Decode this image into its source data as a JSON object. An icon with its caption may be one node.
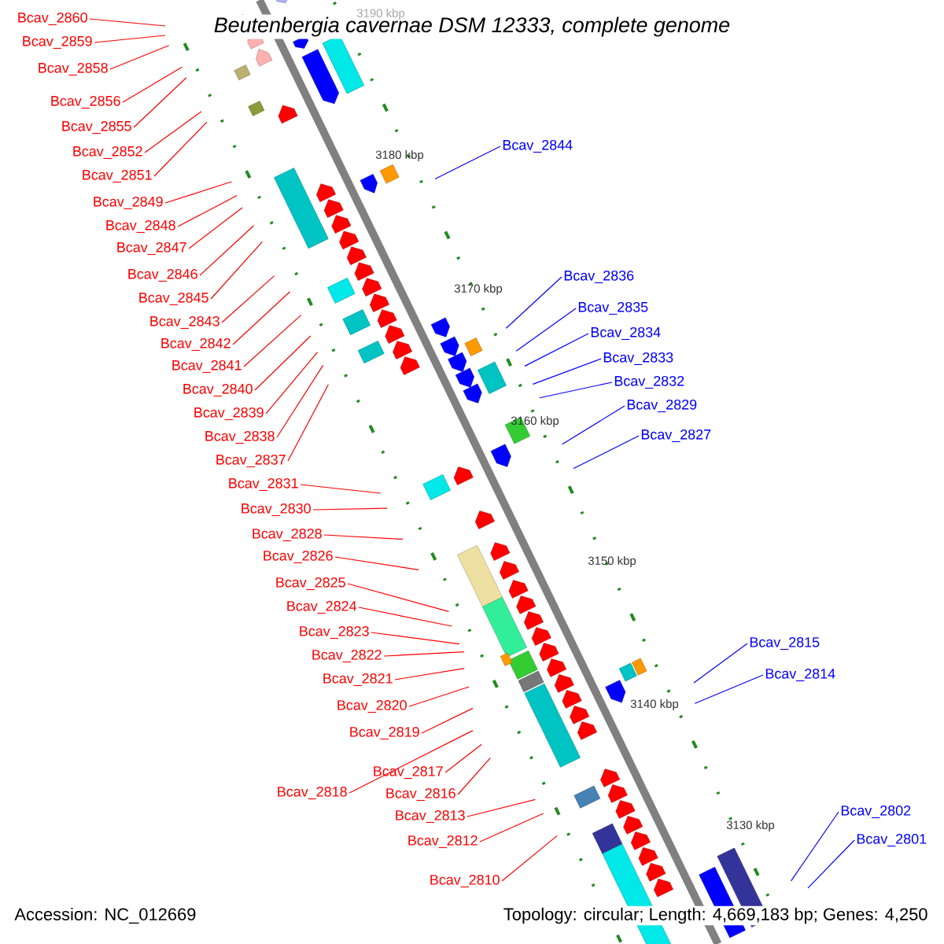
{
  "diagram": {
    "title": "Beutenbergia cavernae DSM 12333, complete genome",
    "nodes": [
      {
        "text": [
          "Bcav_2860"
        ]
      },
      {
        "text": [
          "Bcav_2859"
        ]
      },
      {
        "text": [
          "Bcav_2858"
        ]
      },
      {
        "text": [
          "Bcav_2856"
        ]
      },
      {
        "text": [
          "Bcav_2855"
        ]
      },
      {
        "text": [
          "Bcav_2852"
        ]
      },
      {
        "text": [
          "Bcav_2851"
        ]
      },
      {
        "text": [
          "Bcav_2849"
        ]
      },
      {
        "text": [
          "Bcav_2848"
        ]
      },
      {
        "text": [
          "Bcav_2847"
        ]
      },
      {
        "text": [
          "Bcav_2846"
        ]
      },
      {
        "text": [
          "Bcav_2845"
        ]
      },
      {
        "text": [
          "Bcav_2843"
        ]
      },
      {
        "text": [
          "Bcav_2842"
        ]
      },
      {
        "text": [
          "Bcav_2841"
        ]
      },
      {
        "text": [
          "Bcav_2840"
        ]
      },
      {
        "text": [
          "Bcav_2839"
        ]
      },
      {
        "text": [
          "Bcav_2838"
        ]
      },
      {
        "text": [
          "Bcav_2837"
        ]
      },
      {
        "text": [
          "Bcav_2831"
        ]
      },
      {
        "text": [
          "Bcav_2830"
        ]
      },
      {
        "text": [
          "Bcav_2828"
        ]
      },
      {
        "text": [
          "Bcav_2826"
        ]
      },
      {
        "text": [
          "Bcav_2825"
        ]
      },
      {
        "text": [
          "Bcav_2824"
        ]
      },
      {
        "text": [
          "Bcav_2823"
        ]
      },
      {
        "text": [
          "Bcav_2822"
        ]
      },
      {
        "text": [
          "Bcav_2821"
        ]
      },
      {
        "text": [
          "Bcav_2820"
        ]
      },
      {
        "text": [
          "Bcav_2819"
        ]
      },
      {
        "text": [
          "Bcav_2818"
        ]
      },
      {
        "text": [
          "Bcav_2817"
        ]
      },
      {
        "text": [
          "Bcav_2816"
        ]
      },
      {
        "text": [
          "Bcav_2813"
        ]
      },
      {
        "text": [
          "Bcav_2812"
        ]
      },
      {
        "text": [
          "Bcav_2810"
        ]
      },
      {
        "text": [
          "Bcav_2844"
        ]
      },
      {
        "text": [
          "Bcav_2836"
        ]
      },
      {
        "text": [
          "Bcav_2835"
        ]
      },
      {
        "text": [
          "Bcav_2834"
        ]
      },
      {
        "text": [
          "Bcav_2833"
        ]
      },
      {
        "text": [
          "Bcav_2832"
        ]
      },
      {
        "text": [
          "Bcav_2829"
        ]
      },
      {
        "text": [
          "Bcav_2827"
        ]
      },
      {
        "text": [
          "Bcav_2815"
        ]
      },
      {
        "text": [
          "Bcav_2814"
        ]
      },
      {
        "text": [
          "Bcav_2802"
        ]
      },
      {
        "text": [
          "Bcav_2801"
        ]
      }
    ],
    "edges": [
      {
        "from": 0,
        "to": null,
        "arrow": "none"
      },
      {
        "from": 1,
        "to": null,
        "arrow": "none"
      },
      {
        "from": 2,
        "to": null,
        "arrow": "none"
      },
      {
        "from": 3,
        "to": null,
        "arrow": "none"
      },
      {
        "from": 4,
        "to": null,
        "arrow": "none"
      },
      {
        "from": 5,
        "to": null,
        "arrow": "none"
      },
      {
        "from": 6,
        "to": null,
        "arrow": "none"
      },
      {
        "from": 7,
        "to": null,
        "arrow": "none"
      },
      {
        "from": 8,
        "to": null,
        "arrow": "none"
      },
      {
        "from": 9,
        "to": null,
        "arrow": "none"
      },
      {
        "from": 10,
        "to": null,
        "arrow": "none"
      },
      {
        "from": 11,
        "to": null,
        "arrow": "none"
      },
      {
        "from": 12,
        "to": null,
        "arrow": "none"
      },
      {
        "from": 13,
        "to": null,
        "arrow": "none"
      },
      {
        "from": 14,
        "to": null,
        "arrow": "none"
      },
      {
        "from": 15,
        "to": null,
        "arrow": "none"
      },
      {
        "from": 16,
        "to": null,
        "arrow": "none"
      },
      {
        "from": 17,
        "to": null,
        "arrow": "none"
      },
      {
        "from": 18,
        "to": null,
        "arrow": "none"
      },
      {
        "from": 19,
        "to": null,
        "arrow": "none"
      },
      {
        "from": 20,
        "to": null,
        "arrow": "none"
      },
      {
        "from": 21,
        "to": null,
        "arrow": "none"
      },
      {
        "from": 22,
        "to": null,
        "arrow": "none"
      },
      {
        "from": 23,
        "to": null,
        "arrow": "none"
      },
      {
        "from": 24,
        "to": null,
        "arrow": "none"
      },
      {
        "from": 25,
        "to": null,
        "arrow": "none"
      },
      {
        "from": 26,
        "to": null,
        "arrow": "none"
      },
      {
        "from": 27,
        "to": null,
        "arrow": "none"
      },
      {
        "from": 28,
        "to": null,
        "arrow": "none"
      },
      {
        "from": 29,
        "to": null,
        "arrow": "none"
      },
      {
        "from": 30,
        "to": null,
        "arrow": "none"
      },
      {
        "from": 31,
        "to": null,
        "arrow": "none"
      },
      {
        "from": 32,
        "to": null,
        "arrow": "none"
      },
      {
        "from": 33,
        "to": null,
        "arrow": "none"
      },
      {
        "from": 34,
        "to": null,
        "arrow": "none"
      },
      {
        "from": 35,
        "to": null,
        "arrow": "none"
      },
      {
        "from": 36,
        "to": null,
        "arrow": "none",
        "color": "#0000ff"
      },
      {
        "from": 37,
        "to": null,
        "arrow": "none",
        "color": "#0000ff"
      },
      {
        "from": 38,
        "to": null,
        "arrow": "none",
        "color": "#0000ff"
      },
      {
        "from": 39,
        "to": null,
        "arrow": "none",
        "color": "#0000ff"
      },
      {
        "from": 40,
        "to": null,
        "arrow": "none",
        "color": "#0000ff"
      },
      {
        "from": 41,
        "to": null,
        "arrow": "none",
        "color": "#0000ff"
      },
      {
        "from": 42,
        "to": null,
        "arrow": "none",
        "color": "#0000ff"
      },
      {
        "from": 43,
        "to": null,
        "arrow": "none",
        "color": "#0000ff"
      },
      {
        "from": 44,
        "to": null,
        "arrow": "none",
        "color": "#0000ff"
      },
      {
        "from": 45,
        "to": null,
        "arrow": "none",
        "color": "#0000ff"
      },
      {
        "from": 46,
        "to": null,
        "arrow": "none",
        "color": "#0000ff"
      },
      {
        "from": 47,
        "to": null,
        "arrow": "none",
        "color": "#0000ff"
      }
    ],
    "labels": [
      "3190 kbp",
      "3180 kbp",
      "3170 kbp",
      "3160 kbp",
      "3150 kbp",
      "3140 kbp",
      "3130 kbp",
      "Accession: NC_012669",
      "Topology: circular; Length: 4,669,183 bp; Genes: 4,250"
    ]
  }
}
